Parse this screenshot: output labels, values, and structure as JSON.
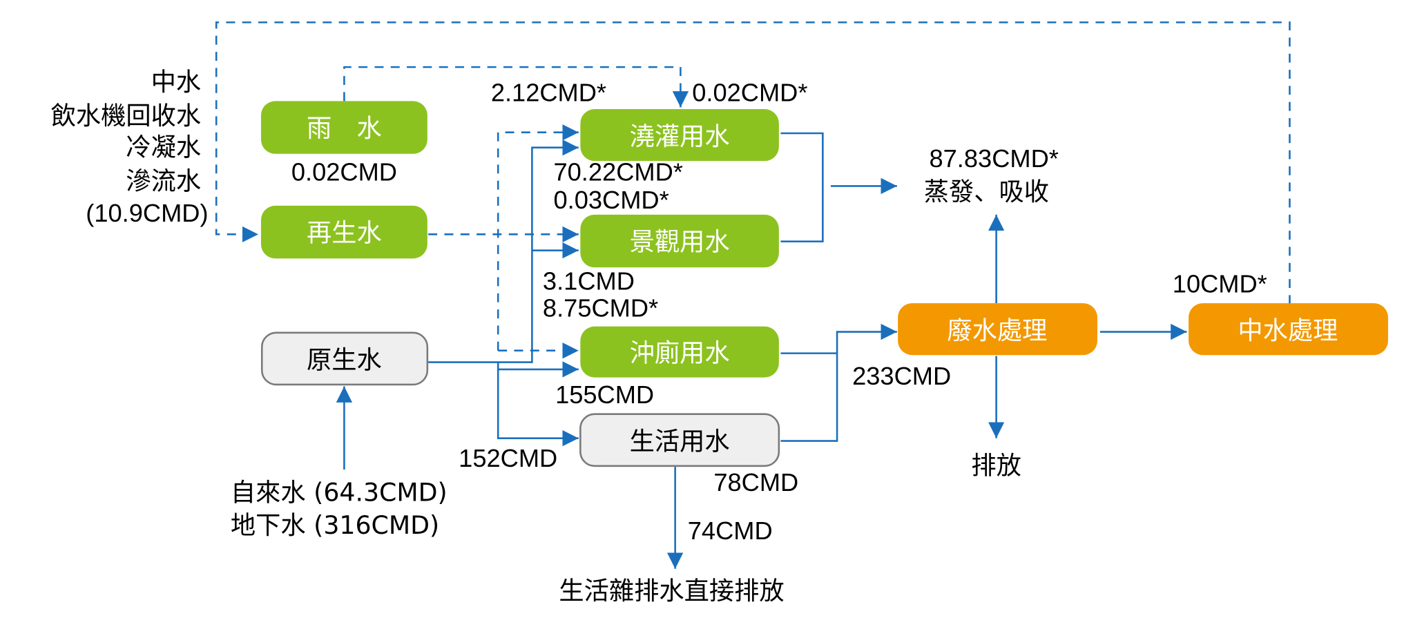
{
  "colors": {
    "green": "#8cc21f",
    "orange": "#f39800",
    "gray": "#eeefee",
    "gray_border": "#7a7a7a",
    "line": "#1a6fbd"
  },
  "nodes": {
    "rain": {
      "label": "雨　水",
      "flow": "0.02CMD"
    },
    "recycled": {
      "label": "再生水"
    },
    "raw": {
      "label": "原生水"
    },
    "irrigation": {
      "label": "澆灌用水"
    },
    "landscape": {
      "label": "景觀用水"
    },
    "toilet": {
      "label": "沖廁用水"
    },
    "domestic": {
      "label": "生活用水"
    },
    "wastewater": {
      "label": "廢水處理"
    },
    "greywater": {
      "label": "中水處理"
    }
  },
  "sources": {
    "recycled_inputs": [
      "中水",
      "飲水機回收水",
      "冷凝水",
      "滲流水",
      "(10.9CMD)"
    ],
    "raw_inputs": [
      "自來水 (64.3CMD)",
      "地下水 (316CMD)"
    ]
  },
  "flows": {
    "to_irrigation_recycled": "2.12CMD*",
    "to_irrigation_rain": "0.02CMD*",
    "irrigation_raw": "70.22CMD*",
    "landscape_recycled": "0.03CMD*",
    "landscape_raw": "3.1CMD",
    "toilet_recycled": "8.75CMD*",
    "toilet_raw": "155CMD",
    "domestic_raw": "152CMD",
    "domestic_to_wastewater": "78CMD",
    "domestic_direct": "74CMD",
    "to_wastewater": "233CMD",
    "evaporation": "87.83CMD*",
    "greywater_return": "10CMD*"
  },
  "sinks": {
    "evaporation": "蒸發、吸收",
    "discharge": "排放",
    "domestic_discharge": "生活雜排水直接排放"
  }
}
